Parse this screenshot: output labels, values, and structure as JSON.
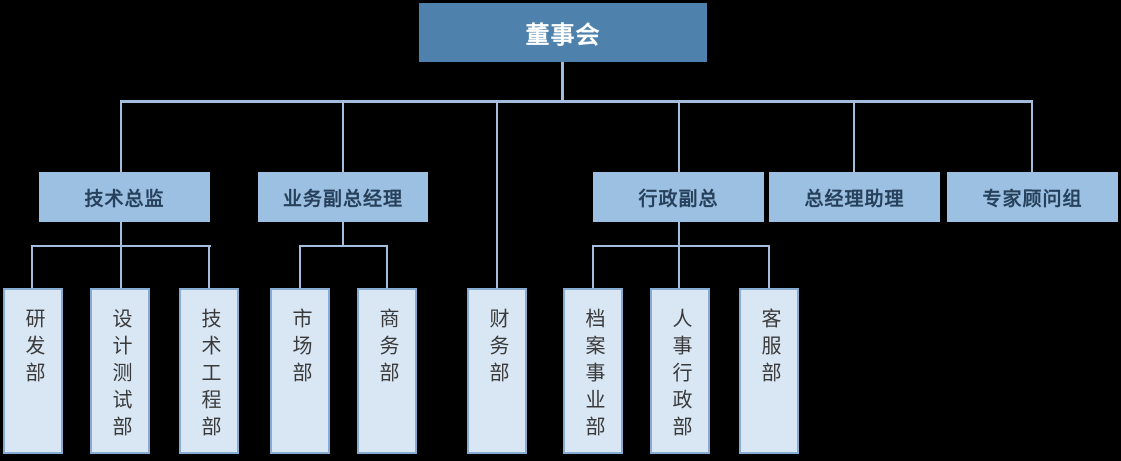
{
  "org_chart": {
    "title": "company-organization-chart",
    "root": {
      "label": "董事会"
    },
    "executives": [
      {
        "label": "技术总监",
        "parent": "董事会"
      },
      {
        "label": "业务副总经理",
        "parent": "董事会"
      },
      {
        "label": "行政副总",
        "parent": "董事会"
      },
      {
        "label": "总经理助理",
        "parent": "董事会"
      },
      {
        "label": "专家顾问组",
        "parent": "董事会"
      }
    ],
    "departments": [
      {
        "label": "研发部",
        "parent": "技术总监"
      },
      {
        "label": "设计测试部",
        "parent": "技术总监"
      },
      {
        "label": "技术工程部",
        "parent": "技术总监"
      },
      {
        "label": "市场部",
        "parent": "业务副总经理"
      },
      {
        "label": "商务部",
        "parent": "业务副总经理"
      },
      {
        "label": "财务部",
        "parent": "董事会"
      },
      {
        "label": "档案事业部",
        "parent": "行政副总"
      },
      {
        "label": "人事行政部",
        "parent": "行政副总"
      },
      {
        "label": "客服部",
        "parent": "行政副总"
      }
    ],
    "colors": {
      "background": "#000000",
      "root_fill": "#4E82AC",
      "root_text": "#FFFFFF",
      "level2_fill": "#9BC0E2",
      "level2_text": "#27415C",
      "level3_fill": "#D9E6F4",
      "level3_border": "#86ACD2",
      "level3_text": "#3A3A3A",
      "connector": "#A2BEDC"
    }
  }
}
